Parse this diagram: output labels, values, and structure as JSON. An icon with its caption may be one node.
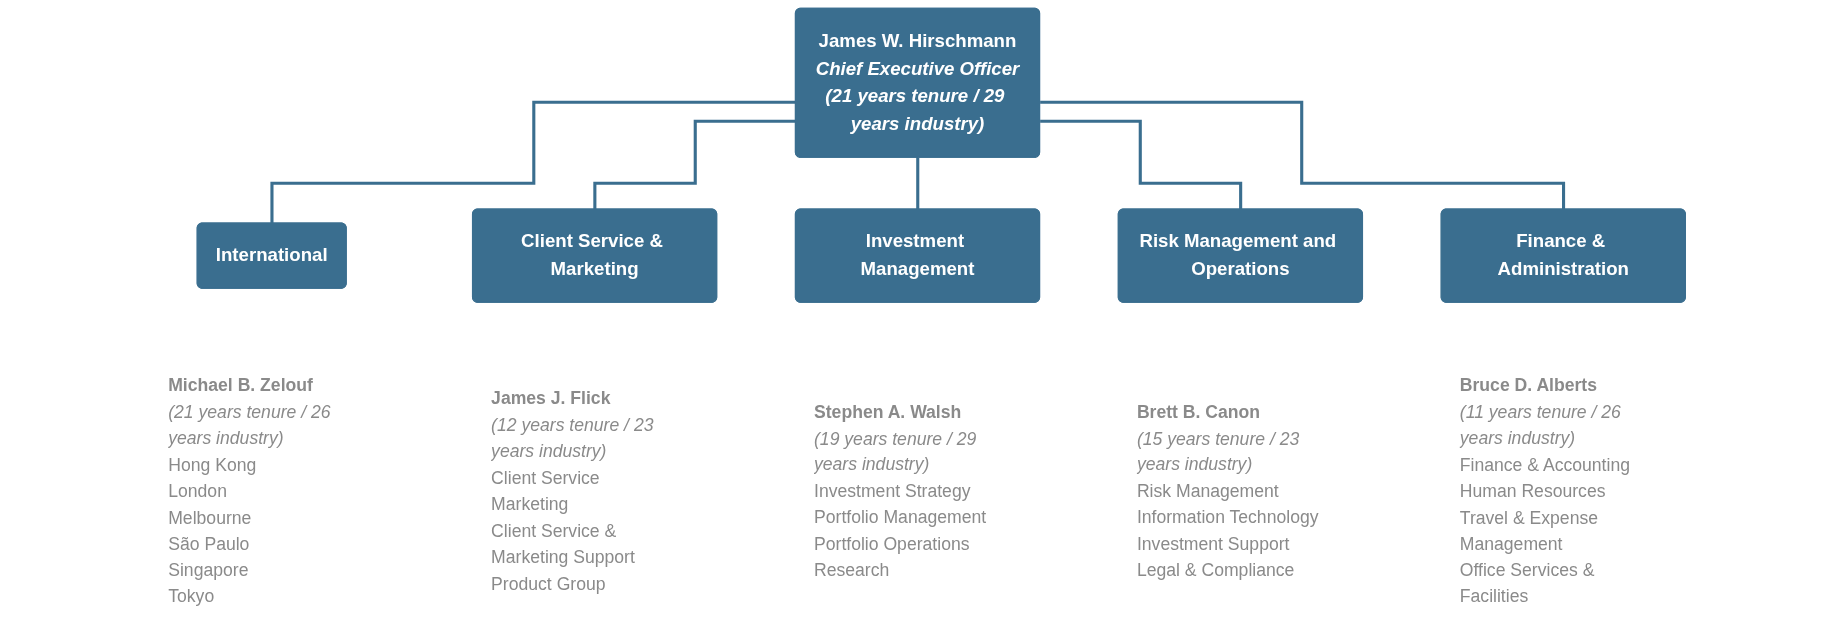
{
  "diagram": {
    "nodes": [
      {
        "text": [
          "James W. Hirschmann",
          "Chief Executive Officer",
          "(21 years tenure / 29 years industry)"
        ]
      },
      {
        "text": [
          "International"
        ],
        "beside": [
          "Michael B. Zelouf",
          "(21 years tenure / 26 years industry)",
          "Hong Kong",
          "London",
          "Melbourne",
          "São Paulo",
          "Singapore",
          "Tokyo"
        ]
      },
      {
        "text": [
          "Client Service & Marketing"
        ],
        "beside": [
          "James J. Flick",
          "(12 years tenure / 23 years industry)",
          "Client Service",
          "Marketing",
          "Client Service & Marketing Support",
          "Product Group"
        ]
      },
      {
        "text": [
          "Investment Management"
        ],
        "beside": [
          "Stephen A. Walsh",
          "(19 years tenure / 29 years industry)",
          "Investment Strategy",
          "Portfolio Management",
          "Portfolio Operations",
          "Research"
        ]
      },
      {
        "text": [
          "Risk Management and Operations"
        ],
        "beside": [
          "Brett B. Canon",
          "(15 years tenure / 23 years industry)",
          "Risk Management",
          "Information Technology",
          "Investment Support",
          "Legal & Compliance"
        ]
      },
      {
        "text": [
          "Finance & Administration"
        ],
        "beside": [
          "Bruce D. Alberts",
          "(11 years tenure / 26 years industry)",
          "Finance & Accounting",
          "Human Resources",
          "Travel & Expense Management",
          "Office Services & Facilities"
        ]
      }
    ],
    "edges": [
      {
        "from": 0,
        "to": 1,
        "arrow": "none"
      },
      {
        "from": 0,
        "to": 2,
        "arrow": "none"
      },
      {
        "from": 0,
        "to": 3,
        "arrow": "none"
      },
      {
        "from": 0,
        "to": 4,
        "arrow": "none"
      },
      {
        "from": 0,
        "to": 5,
        "arrow": "none"
      }
    ]
  }
}
